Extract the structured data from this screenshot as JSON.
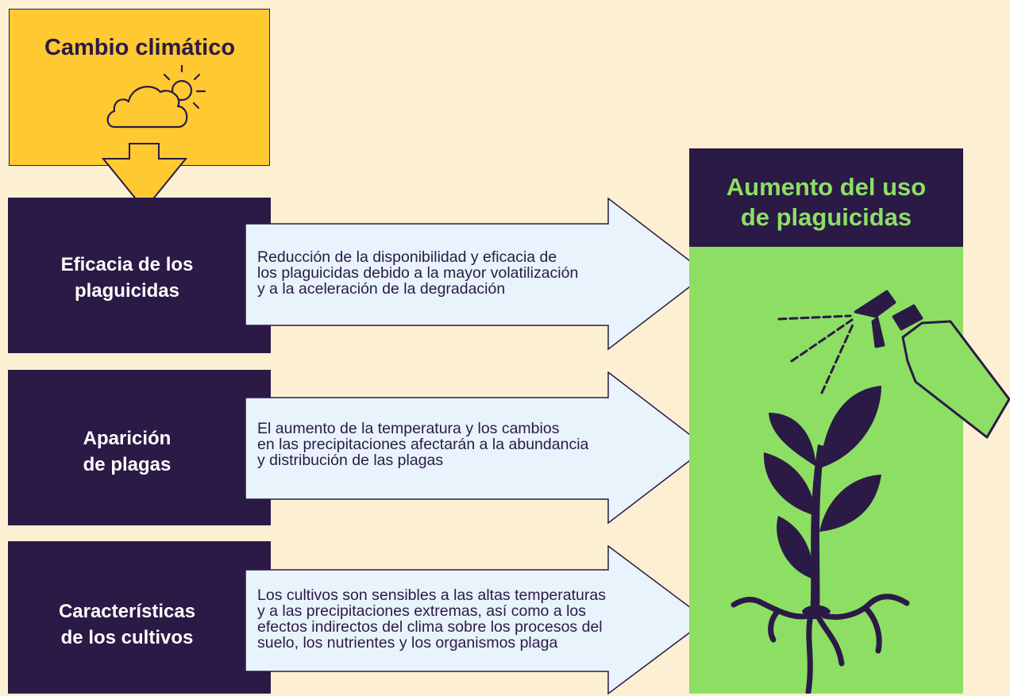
{
  "colors": {
    "background": "#fdf0d2",
    "dark": "#2b1a46",
    "yellow": "#fec931",
    "green": "#8ddf63",
    "arrow_fill": "#e8f3fc"
  },
  "climate": {
    "title": "Cambio climático",
    "icon": "cloud-sun-icon"
  },
  "rows": [
    {
      "title_lines": [
        "Eficacia de los",
        "plaguicidas"
      ],
      "text_lines": [
        "Reducción de la disponibilidad y eficacia de",
        "los plaguicidas debido a la mayor volatilización",
        "y a la aceleración de la degradación"
      ]
    },
    {
      "title_lines": [
        "Aparición",
        "de plagas"
      ],
      "text_lines": [
        "El aumento de la temperatura y los cambios",
        "en las precipitaciones afectarán a la abundancia",
        "y distribución de las plagas"
      ]
    },
    {
      "title_lines": [
        "Características",
        "de los cultivos"
      ],
      "text_lines": [
        "Los cultivos son sensibles a las altas temperaturas",
        "y a las precipitaciones extremas, así como a los",
        "efectos indirectos del clima sobre los procesos del",
        "suelo, los nutrientes y los organismos plaga"
      ]
    }
  ],
  "result": {
    "title_lines": [
      "Aumento del uso",
      "de plaguicidas"
    ],
    "icons": [
      "spray-bottle-icon",
      "plant-icon"
    ]
  }
}
